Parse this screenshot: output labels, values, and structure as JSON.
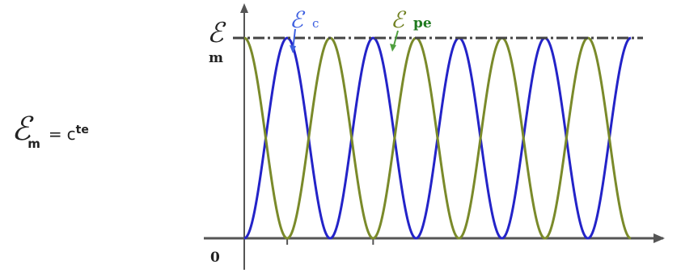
{
  "formula": {
    "symbol": "ℰ",
    "subscript": "m",
    "equals": "=",
    "constant": "c",
    "superscript": "te"
  },
  "chart_data": {
    "type": "line",
    "title": "",
    "xlabel": "",
    "ylabel": "",
    "y_axis_label": {
      "symbol": "ℰ",
      "subscript": "m"
    },
    "origin_label": "0",
    "xlim": [
      0,
      4.5
    ],
    "ylim": [
      0,
      1
    ],
    "grid": false,
    "series": [
      {
        "name": "c",
        "label_symbol": "ℰ",
        "label_subscript": "c",
        "color": "#2323c8",
        "function": "sin^2",
        "period": 1,
        "amplitude": 1
      },
      {
        "name": "pe",
        "label_symbol": "ℰ",
        "label_subscript": "pe",
        "color": "#7a8a2a",
        "function": "cos^2",
        "period": 1,
        "amplitude": 1
      },
      {
        "name": "m",
        "color": "#444444",
        "function": "constant",
        "value": 1,
        "style": "dash-dot"
      }
    ],
    "x_ticks": [
      0.5,
      1.5
    ]
  },
  "colors": {
    "axis": "#555555",
    "ec_label": "#3d5fe0",
    "epe_label_symbol": "#6f7f1f",
    "epe_label_sub": "#1f7a1f",
    "em_line": "#444444"
  }
}
